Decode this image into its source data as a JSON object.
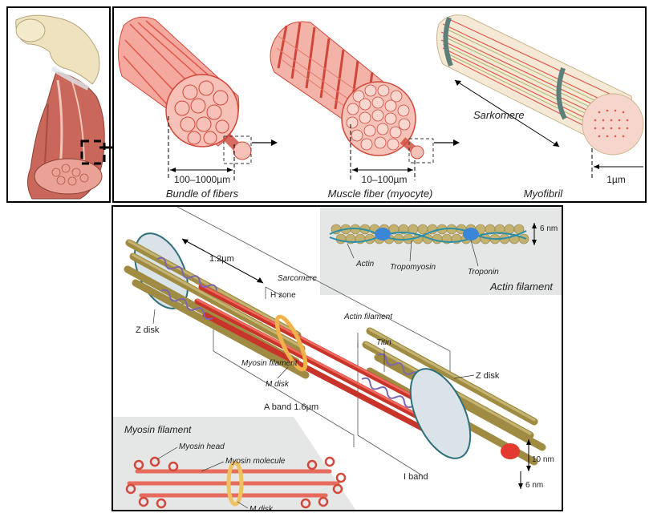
{
  "top_panel": {
    "bundle": {
      "size": "100–1000µm",
      "caption": "Bundle of fibers"
    },
    "fiber": {
      "size": "10–100µm",
      "caption": "Muscle fiber (myocyte)"
    },
    "myofibril": {
      "size": "1µm",
      "caption": "Myofibril",
      "sarcomere": "Sarkomere"
    }
  },
  "main_panel": {
    "dimension_1": "1.2µm",
    "sarcomere": "Sarcomere",
    "h_zone": "H zone",
    "actin_filament": "Actin filament",
    "titin": "Titin",
    "myosin_filament": "Myosin filament",
    "m_disk": "M disk",
    "z_disk_left": "Z disk",
    "z_disk_right": "Z disk",
    "a_band": "A band 1.6µm",
    "i_band": "I band",
    "size_10nm": "10 nm",
    "size_6nm": "6 nm"
  },
  "actin_inset": {
    "title": "Actin filament",
    "actin": "Actin",
    "tropomyosin": "Tropomyosin",
    "troponin": "Troponin",
    "diameter": "6 nm"
  },
  "myosin_inset": {
    "title": "Myosin filament",
    "head": "Myosin head",
    "molecule": "Myosin molecule",
    "m_disk": "M disk"
  },
  "colors": {
    "muscle": "#e85a4a",
    "muscle_light": "#f6b8ae",
    "actin": "#b5a15a",
    "myosin": "#b98552",
    "titin": "#7b66b0",
    "zdisk": "#d9e3e8",
    "troponin": "#3b86d6"
  }
}
